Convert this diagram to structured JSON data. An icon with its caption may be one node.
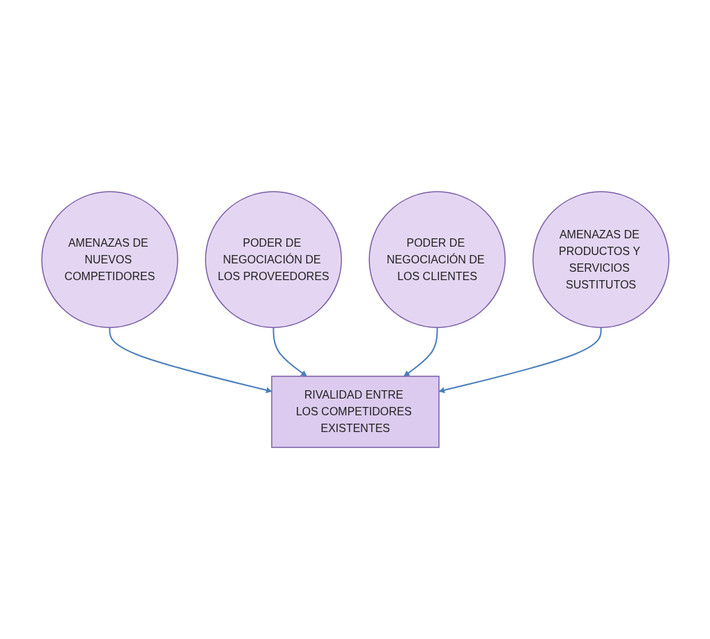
{
  "diagram": {
    "nodes": [
      {
        "text": [
          "AMENAZAS DE NUEVOS COMPETIDORES"
        ]
      },
      {
        "text": [
          "PODER DE NEGOCIACIÓN DE LOS PROVEEDORES"
        ]
      },
      {
        "text": [
          "RIVALIDAD ENTRE LOS COMPETIDORES EXISTENTES"
        ]
      },
      {
        "text": [
          "PODER DE NEGOCIACIÓN DE LOS CLIENTES"
        ]
      },
      {
        "text": [
          "AMENAZAS DE PRODUCTOS Y SERVICIOS SUSTITUTOS"
        ]
      }
    ],
    "edges": [
      {
        "from": 0,
        "to": 2,
        "arrow": "to"
      },
      {
        "from": 1,
        "to": 2,
        "arrow": "to"
      },
      {
        "from": 3,
        "to": 2,
        "arrow": "to"
      },
      {
        "from": 4,
        "to": 2,
        "arrow": "to"
      }
    ]
  }
}
